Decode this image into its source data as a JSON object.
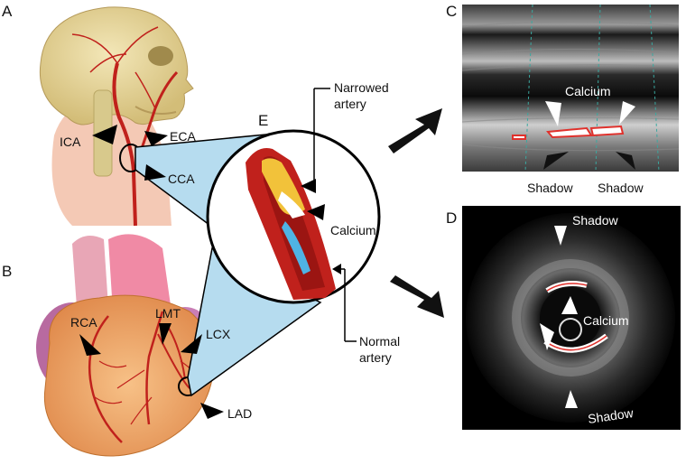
{
  "panels": {
    "a": "A",
    "b": "B",
    "c": "C",
    "d": "D",
    "e": "E"
  },
  "neck_labels": {
    "ica": "ICA",
    "eca": "ECA",
    "cca": "CCA"
  },
  "heart_labels": {
    "rca": "RCA",
    "lmt": "LMT",
    "lcx": "LCX",
    "lad": "LAD"
  },
  "artery_labels": {
    "narrowed_line1": "Narrowed",
    "narrowed_line2": "artery",
    "calcium": "Calcium",
    "normal_line1": "Normal",
    "normal_line2": "artery"
  },
  "ultrasound_labels": {
    "calcium": "Calcium",
    "shadow_left": "Shadow",
    "shadow_right": "Shadow"
  },
  "ivus_labels": {
    "shadow_top": "Shadow",
    "calcium": "Calcium",
    "shadow_bottom": "Shadow"
  },
  "colors": {
    "zoom_fill": "#b6dcef",
    "artery_red": "#c0211c",
    "calcium_yellow": "#f2c23a",
    "lumen_blue": "#4fb3e4",
    "heart_orange": "#f0a566"
  }
}
